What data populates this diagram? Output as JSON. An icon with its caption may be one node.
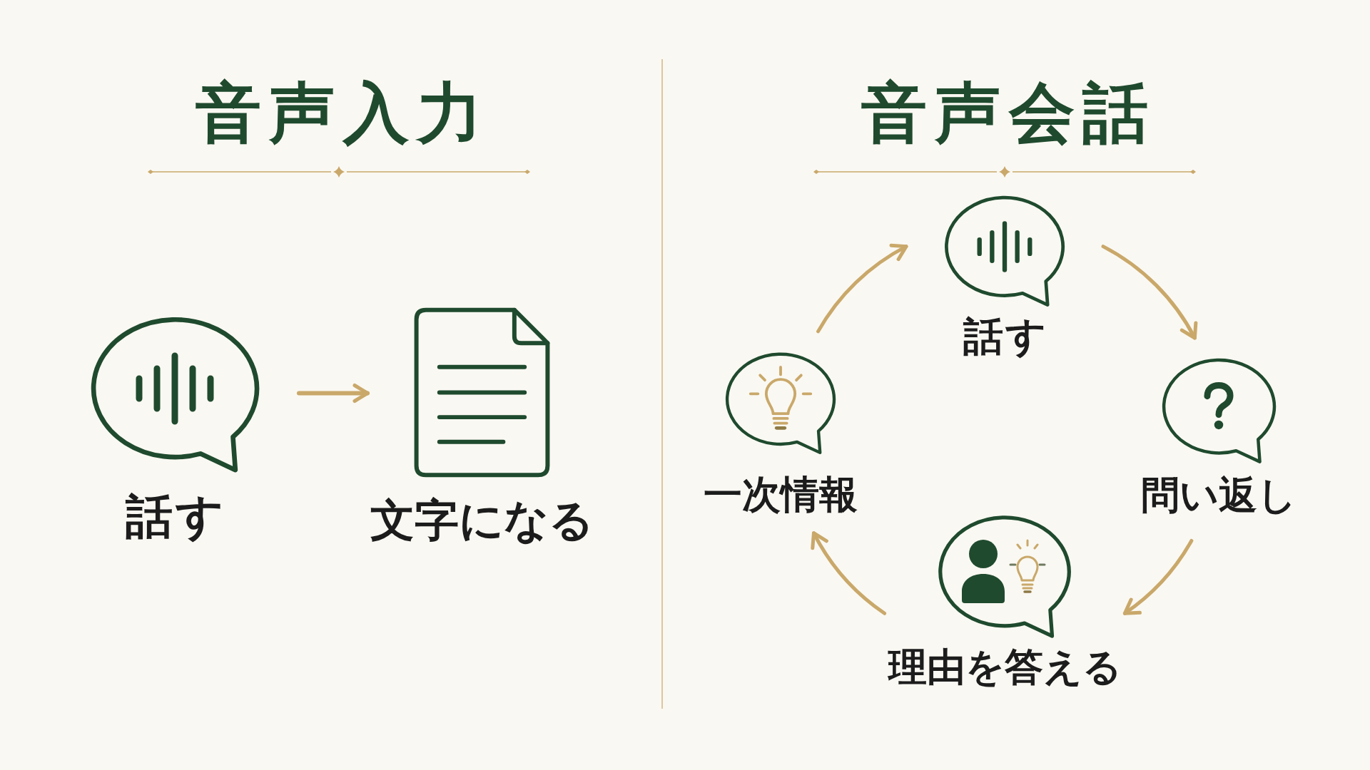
{
  "diagram": {
    "nodes": [
      {
        "text": [
          "話す"
        ]
      },
      {
        "text": [
          "文字になる"
        ]
      },
      {
        "text": [
          "話す"
        ]
      },
      {
        "text": [
          "問い返し"
        ]
      },
      {
        "text": [
          "理由を答える"
        ]
      },
      {
        "text": [
          "一次情報"
        ]
      }
    ],
    "edges": [
      {
        "from": 0,
        "to": 1,
        "arrow": "to"
      },
      {
        "from": 5,
        "to": 2,
        "arrow": "to"
      },
      {
        "from": 2,
        "to": 3,
        "arrow": "to"
      },
      {
        "from": 3,
        "to": 4,
        "arrow": "to"
      },
      {
        "from": 4,
        "to": 5,
        "arrow": "to"
      }
    ],
    "labels": [
      "音声入力",
      "音声会話"
    ]
  }
}
